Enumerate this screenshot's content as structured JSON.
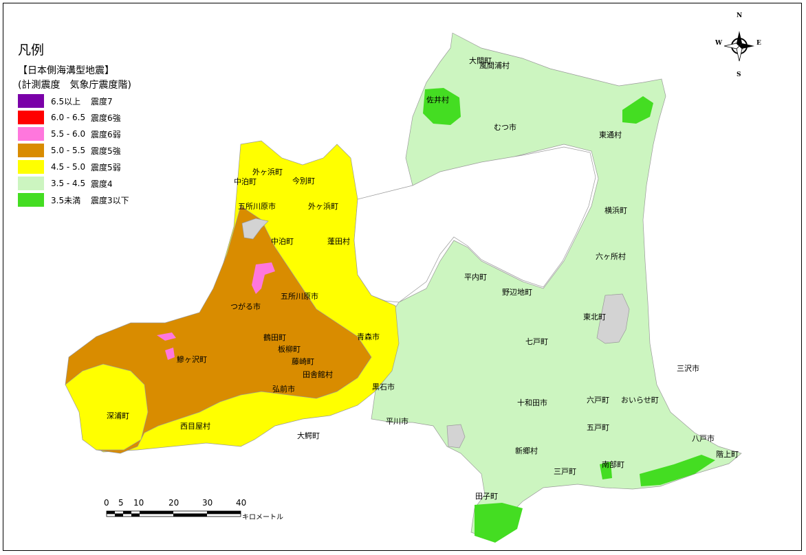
{
  "legend": {
    "title": "凡例",
    "event": "【日本側海溝型地震】",
    "subtitle": "(計測震度　気象庁震度階)",
    "items": [
      {
        "range": "6.5以上",
        "intensity": "震度7",
        "color": "#7a00a8"
      },
      {
        "range": "6.0 - 6.5",
        "intensity": "震度6強",
        "color": "#ff0000"
      },
      {
        "range": "5.5 - 6.0",
        "intensity": "震度6弱",
        "color": "#ff77dd"
      },
      {
        "range": "5.0 - 5.5",
        "intensity": "震度5強",
        "color": "#d98c00"
      },
      {
        "range": "4.5 - 5.0",
        "intensity": "震度5弱",
        "color": "#ffff00"
      },
      {
        "range": "3.5 - 4.5",
        "intensity": "震度4",
        "color": "#ccf5c0"
      },
      {
        "range": "3.5未満",
        "intensity": "震度3以下",
        "color": "#44dd22"
      }
    ]
  },
  "compass": {
    "n": "N",
    "s": "S",
    "e": "E",
    "w": "W"
  },
  "scale_bar": {
    "ticks": [
      "0",
      "5",
      "10",
      "20",
      "30",
      "40"
    ],
    "unit": "キロメートル"
  },
  "places": [
    "大間町",
    "風間浦村",
    "佐井村",
    "むつ市",
    "東通村",
    "外ヶ浜町",
    "中泊町",
    "今別町",
    "五所川原市",
    "外ヶ浜町",
    "中泊町",
    "蓬田村",
    "横浜町",
    "六ヶ所村",
    "平内町",
    "つがる市",
    "五所川原市",
    "野辺地町",
    "東北町",
    "鶴田町",
    "板柳町",
    "青森市",
    "七戸町",
    "三沢市",
    "鰺ヶ沢町",
    "藤崎町",
    "田舎館村",
    "黒石市",
    "六戸町",
    "おいらせ町",
    "深浦町",
    "弘前市",
    "十和田市",
    "西目屋村",
    "平川市",
    "大鰐町",
    "五戸町",
    "八戸市",
    "新郷村",
    "南部町",
    "三戸町",
    "階上町",
    "田子町"
  ]
}
